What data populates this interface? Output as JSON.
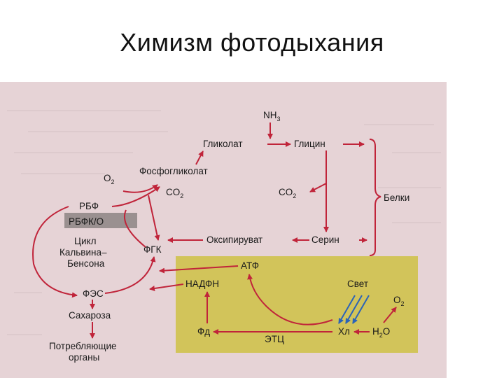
{
  "title": "Химизм фотодыхания",
  "nodes": {
    "nh3_n": "NH",
    "nh3_sub": "3",
    "glycolate": "Гликолат",
    "glycine": "Глицин",
    "o2_n": "O",
    "o2_sub": "2",
    "phosphoglycolate": "Фосфогликолат",
    "co2_left_n": "CO",
    "co2_left_sub": "2",
    "co2_right_n": "CO",
    "co2_right_sub": "2",
    "proteins": "Белки",
    "rbf": "РБФ",
    "rbfk": "РБФК/О",
    "calvin_1": "Цикл",
    "calvin_2": "Кальвина–",
    "calvin_3": "Бенсона",
    "fgk": "ФГК",
    "hydroxypyruvate": "Оксипируват",
    "serine": "Серин",
    "atp": "АТФ",
    "nadph": "НАДФН",
    "light": "Свет",
    "o2_out_n": "O",
    "o2_out_sub": "2",
    "fes": "ФЭС",
    "sucrose": "Сахароза",
    "fd": "Фд",
    "chl": "Хл",
    "h2o_h": "H",
    "h2o_sub": "2",
    "h2o_o": "O",
    "etc": "ЭТЦ",
    "consumers_1": "Потребляющие",
    "consumers_2": "органы"
  },
  "colors": {
    "arrow": "#c0243a",
    "light_arrow": "#2a63b8",
    "chloroplast_box": "#d2c45a",
    "rbfk_box": "#9a9090",
    "background": "#e6d3d6"
  }
}
